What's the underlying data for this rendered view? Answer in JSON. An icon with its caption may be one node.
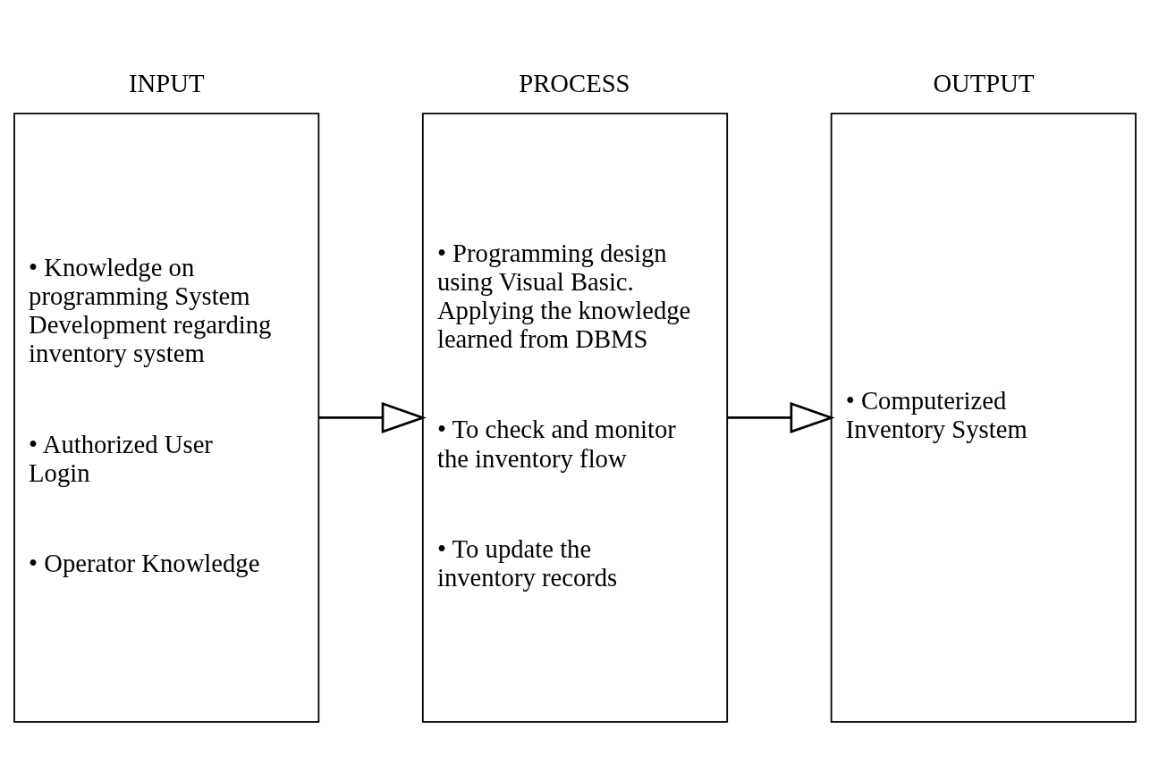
{
  "diagram": {
    "nodes": [
      {
        "text": [
          "INPUT",
          "• Knowledge on programming System Development regarding inventory system",
          "• Authorized User Login",
          "• Operator Knowledge"
        ]
      },
      {
        "text": [
          "PROCESS",
          "• Programming design using Visual Basic. Applying the knowledge learned from DBMS",
          "• To check and monitor the inventory flow",
          "• To update the inventory records"
        ]
      },
      {
        "text": [
          "OUTPUT",
          "• Computerized Inventory System"
        ]
      }
    ],
    "edges": [
      {
        "from": 0,
        "to": 1,
        "arrow": "to"
      },
      {
        "from": 1,
        "to": 2,
        "arrow": "to"
      }
    ]
  }
}
